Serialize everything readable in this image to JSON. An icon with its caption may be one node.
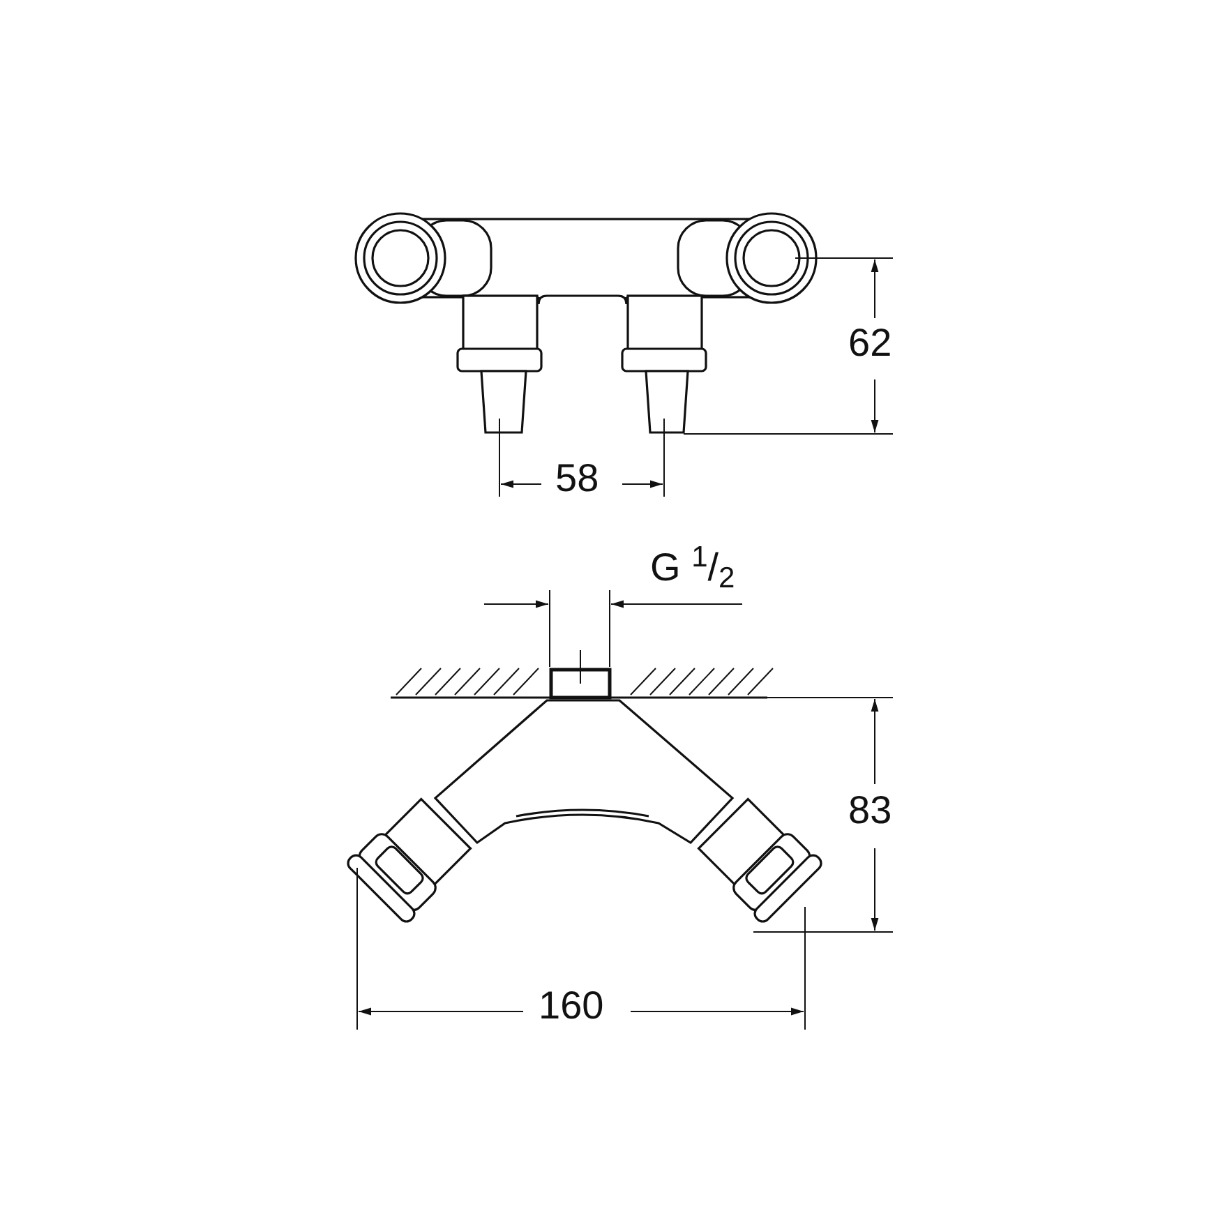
{
  "diagram": {
    "labels": [
      "62",
      "58",
      "G $^{1}$/$_{2}$",
      "83",
      "160"
    ]
  }
}
